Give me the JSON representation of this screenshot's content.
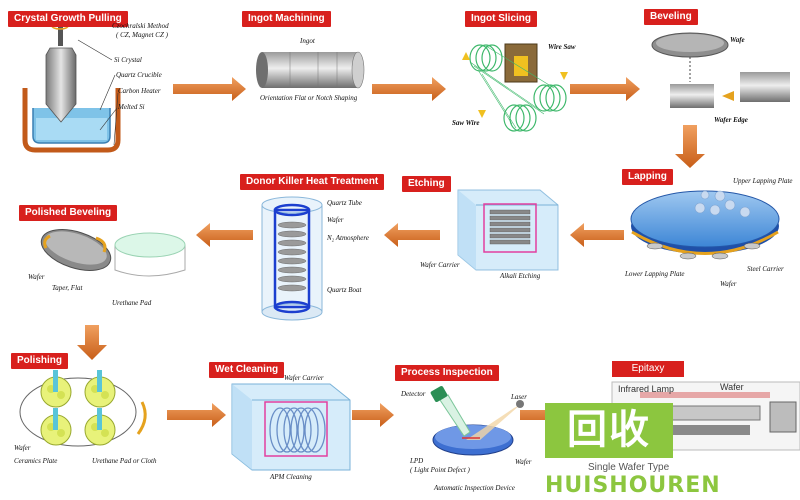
{
  "steps": {
    "crystal_growth": {
      "title": "Crystal Growth Pulling",
      "labels": [
        "Czochralski Method",
        "( CZ, Magnet CZ )",
        "Si Crystal",
        "Quartz Crucible",
        "Carbon Heater",
        "Melted Si"
      ]
    },
    "ingot_machining": {
      "title": "Ingot Machining",
      "labels": [
        "Ingot",
        "Orientation Flat or Notch Shaping"
      ]
    },
    "ingot_slicing": {
      "title": "Ingot Slicing",
      "labels": [
        "Wire Saw",
        "Saw Wire"
      ]
    },
    "beveling": {
      "title": "Beveling",
      "labels": [
        "Wafe",
        "Wafer Edge"
      ]
    },
    "lapping": {
      "title": "Lapping",
      "labels": [
        "Upper Lapping Plate",
        "Lower Lapping Plate",
        "Steel Carrier",
        "Wafer"
      ]
    },
    "etching": {
      "title": "Etching",
      "labels": [
        "Wafer Carrier",
        "Alkali Etching"
      ]
    },
    "donor_killer": {
      "title": "Donor Killer Heat Treatment",
      "labels": [
        "Quartz Tube",
        "Wafer",
        "N₂ Atmosphere",
        "Quartz Boat"
      ]
    },
    "polished_beveling": {
      "title": "Polished Beveling",
      "labels": [
        "Wafer",
        "Taper, Flat",
        "Urethane Pad"
      ]
    },
    "polishing": {
      "title": "Polishing",
      "labels": [
        "Wafer",
        "Ceramics Plate",
        "Urethane Pad or Cloth"
      ]
    },
    "wet_cleaning": {
      "title": "Wet Cleaning",
      "labels": [
        "Wafer Carrier",
        "APM Cleaning"
      ]
    },
    "process_inspection": {
      "title": "Process Inspection",
      "labels": [
        "Detector",
        "Laser",
        "LPD",
        "( Light Point Defect )",
        "Wafer",
        "Automatic Inspection Device"
      ]
    },
    "epitaxy": {
      "title": "Epitaxy",
      "labels": [
        "Infrared Lamp",
        "Wafer",
        "Single Wafer Type"
      ]
    }
  },
  "watermark": {
    "logo": "回收",
    "word": "HUISHOUREN"
  },
  "colors": {
    "title_bg": "#d8201d",
    "arrow": "#e07f2e",
    "watermark": "#8cc63f"
  }
}
